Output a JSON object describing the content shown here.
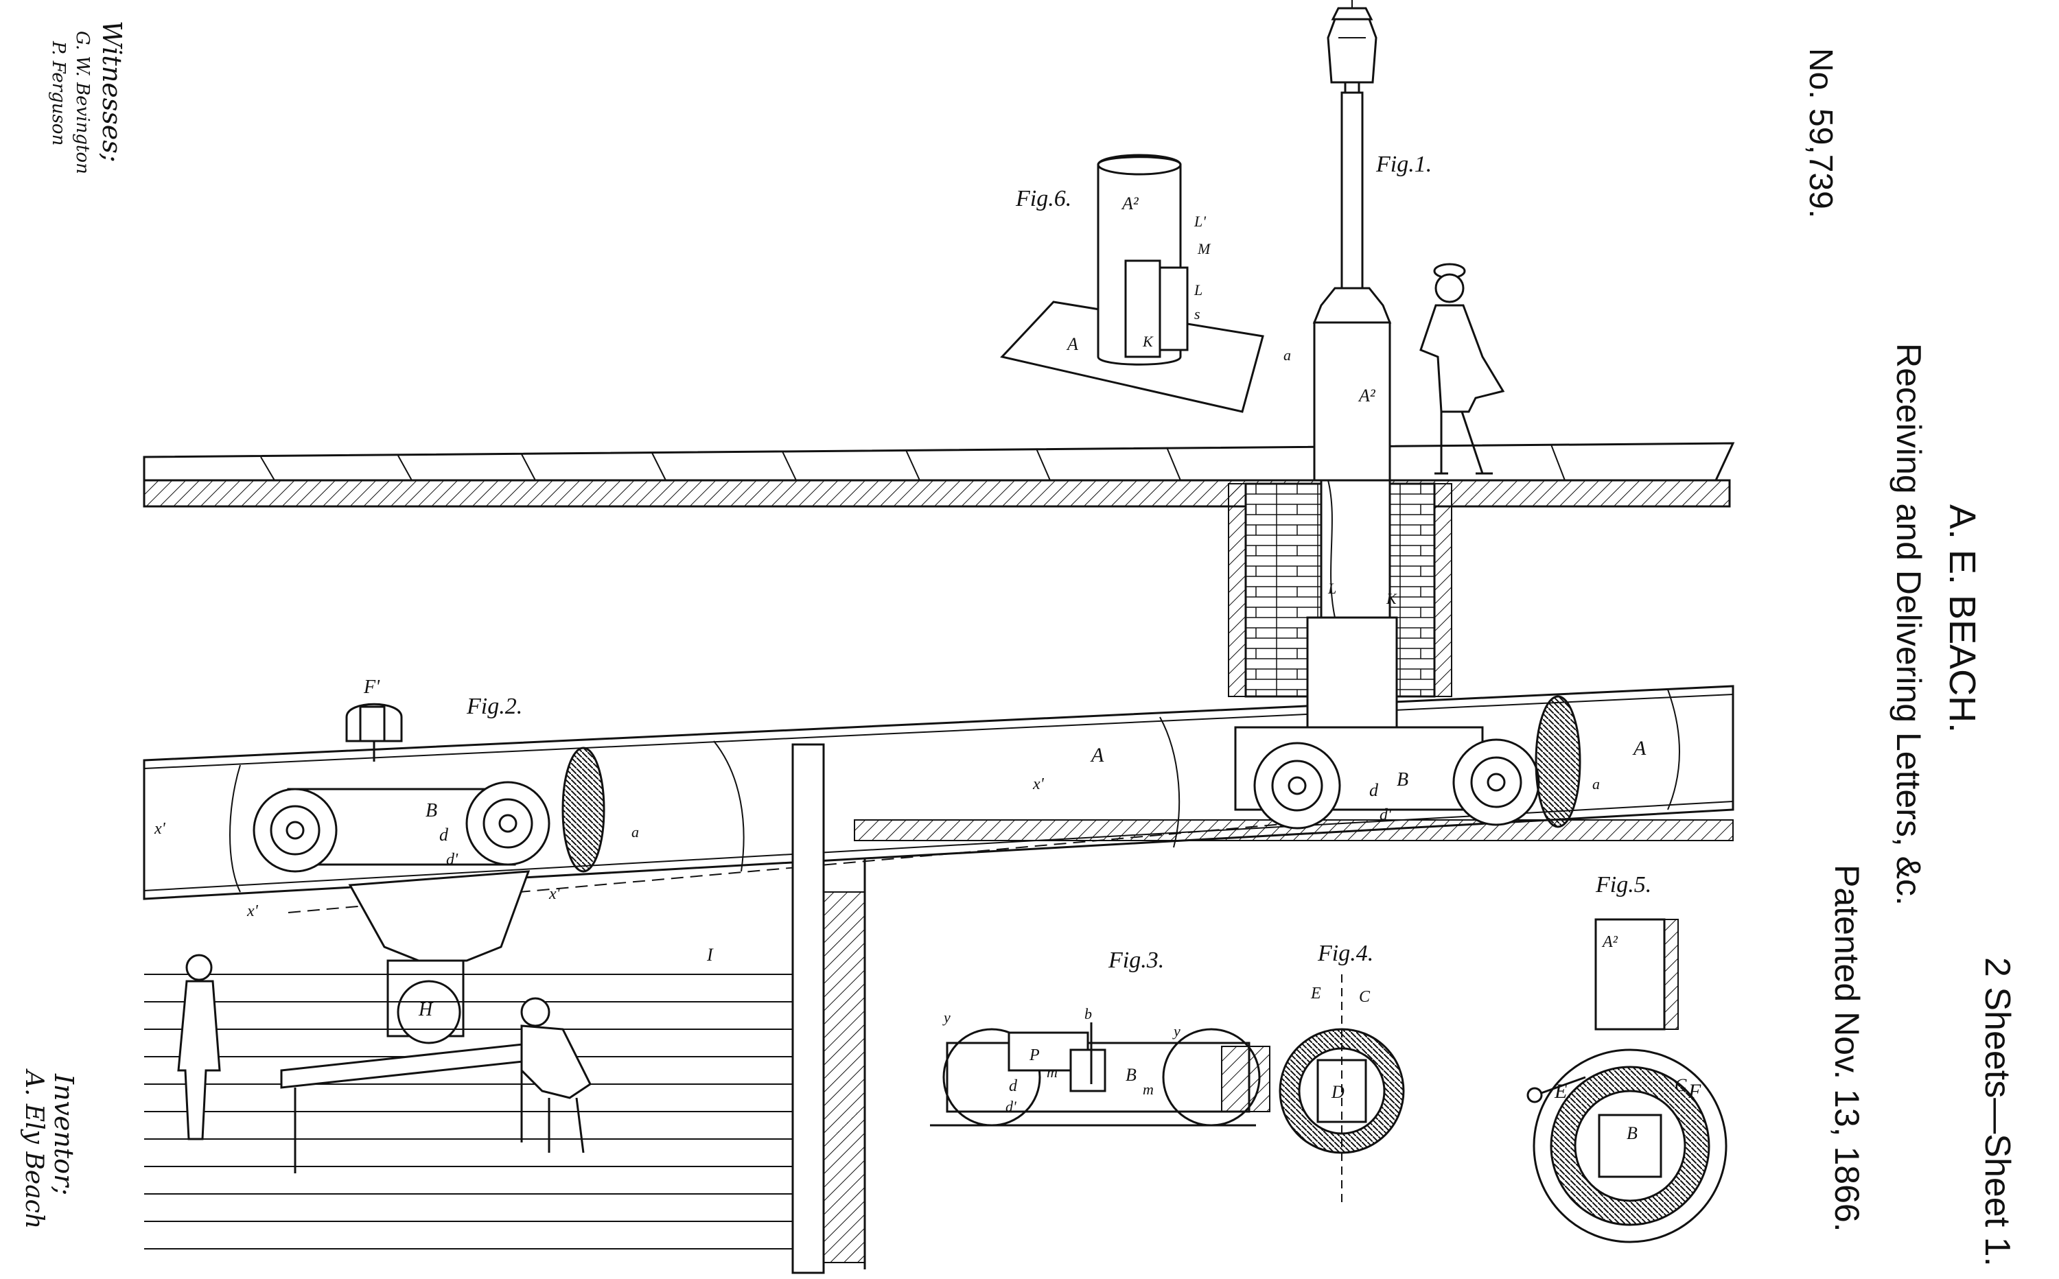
{
  "header": {
    "patent_number": "No. 59,739.",
    "inventor_name": "A. E. BEACH.",
    "title": "Receiving and Delivering Letters, &c.",
    "patent_date": "Patented Nov. 13, 1866.",
    "sheet_info": "2 Sheets—Sheet 1."
  },
  "witnesses": {
    "label": "Witnesses;",
    "names": [
      "G. W. Bevington",
      "P. Ferguson"
    ]
  },
  "inventor": {
    "label": "Inventor;",
    "signature": "A. Ely Beach"
  },
  "figures": {
    "fig1": "Fig.1.",
    "fig2": "Fig.2.",
    "fig3": "Fig.3.",
    "fig4": "Fig.4.",
    "fig5": "Fig.5.",
    "fig6": "Fig.6."
  },
  "reference_letters": {
    "A": "A",
    "A2": "A²",
    "B": "B",
    "d": "d",
    "d1": "d'",
    "E": "E",
    "F": "F",
    "F1": "F'",
    "H": "H",
    "I": "I",
    "K": "K",
    "L": "L",
    "L1": "L'",
    "M": "M",
    "P": "P",
    "m": "m",
    "a": "a",
    "x": "x",
    "x1": "x'",
    "D": "D",
    "C": "C",
    "s": "s",
    "b": "b",
    "y": "y"
  }
}
